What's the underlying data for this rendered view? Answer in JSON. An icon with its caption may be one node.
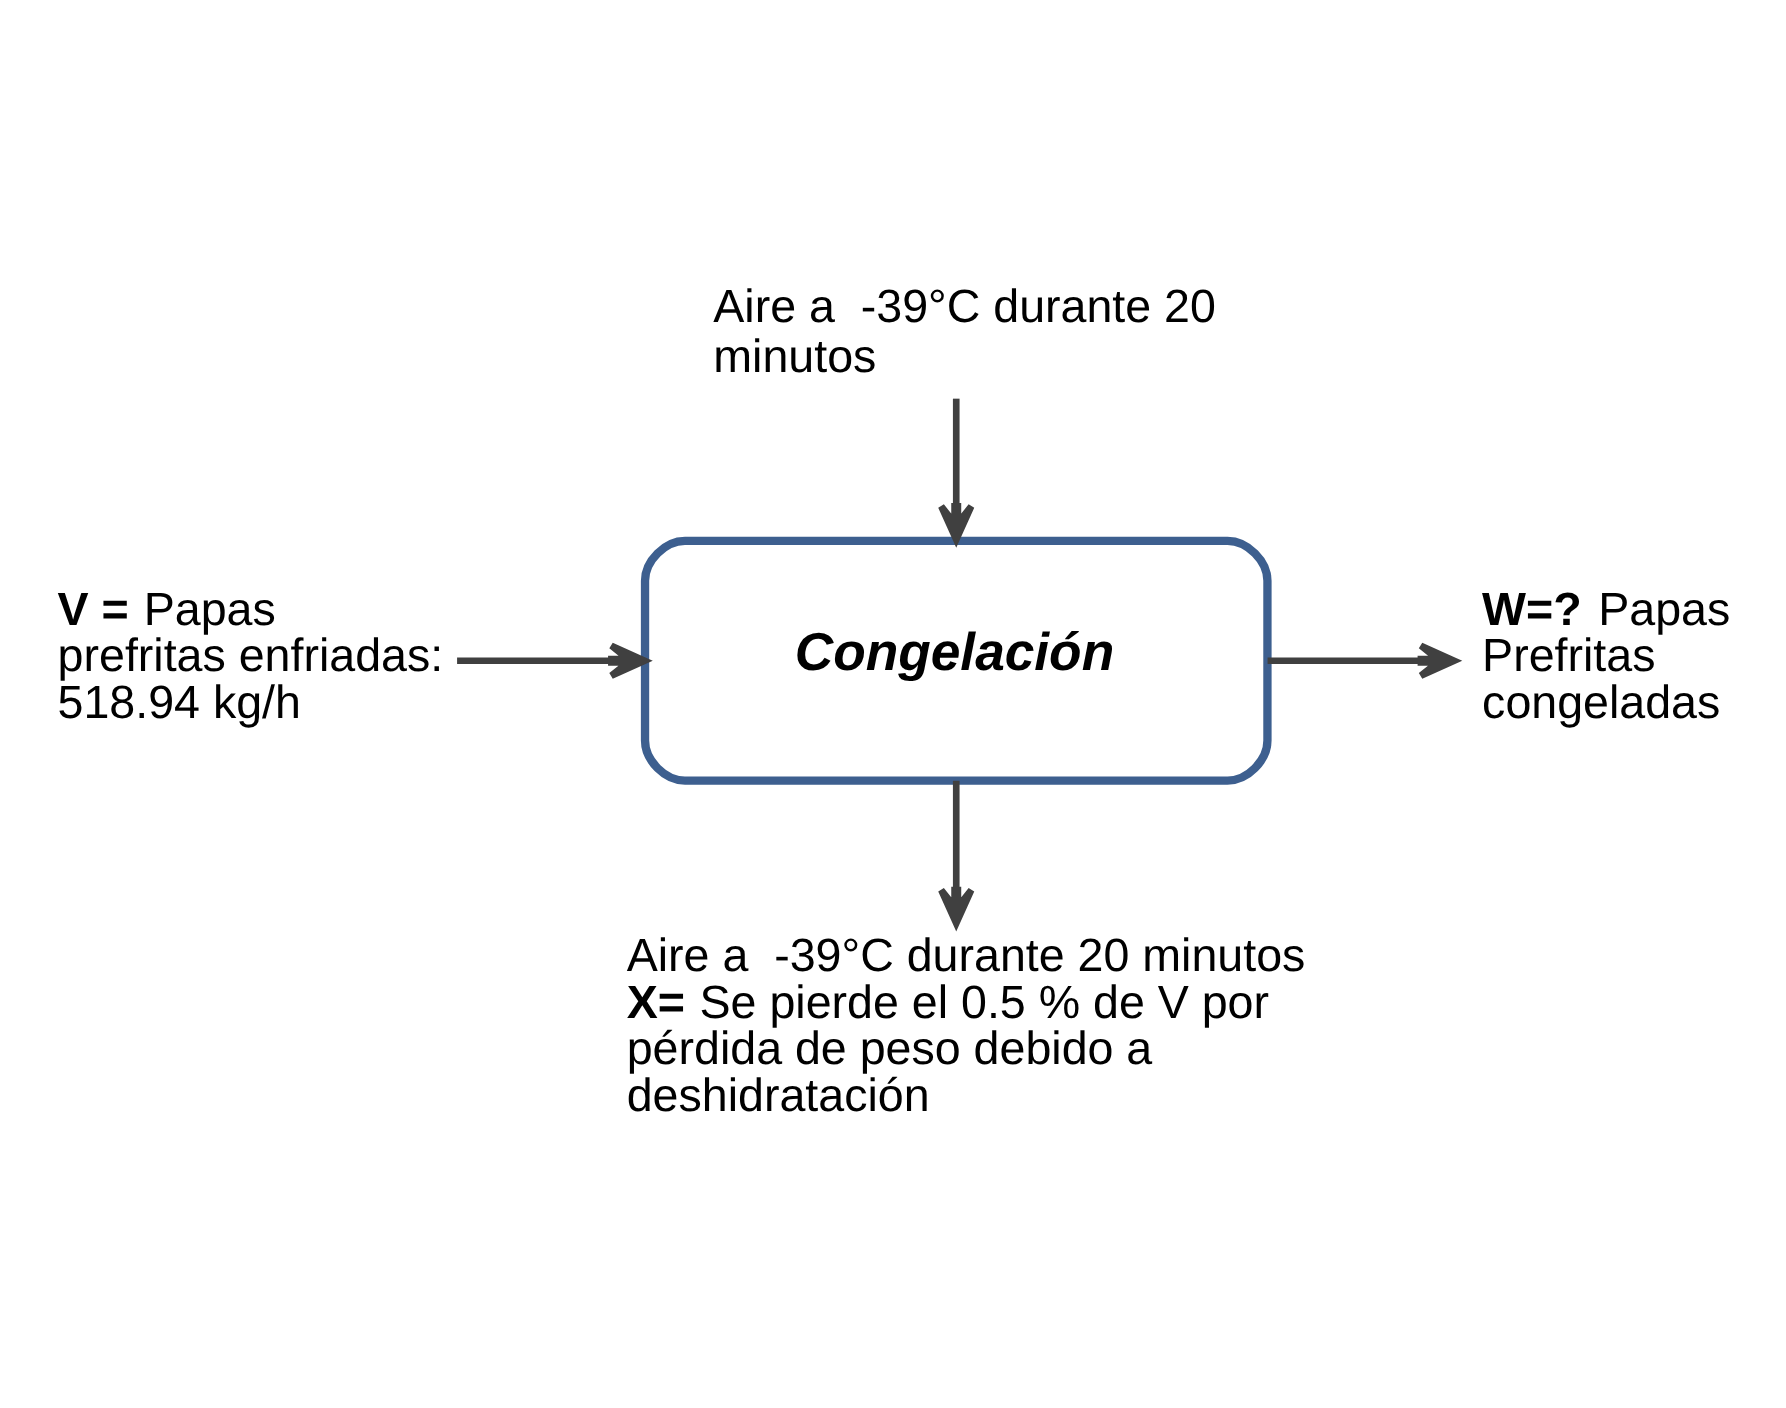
{
  "diagram": {
    "nodes": [
      {
        "text": [
          "Aire a  -39°C durante 20 minutos"
        ]
      },
      {
        "text": [
          "Congelación"
        ]
      },
      {
        "text": [
          "**V =** Papas prefritas enfriadas: 518.94 kg/h"
        ]
      },
      {
        "text": [
          "**W=?** Papas Prefritas congeladas"
        ]
      },
      {
        "text": [
          "Aire a  -39°C durante 20 minutos",
          "**X=** Se pierde el 0.5 % de V por pérdida de peso debido a deshidratación"
        ]
      }
    ],
    "edges": [
      {
        "from": 0,
        "to": 1,
        "arrow": "to"
      },
      {
        "from": 2,
        "to": 1,
        "arrow": "to"
      },
      {
        "from": 1,
        "to": 3,
        "arrow": "to"
      },
      {
        "from": 1,
        "to": 4,
        "arrow": "to"
      }
    ]
  }
}
